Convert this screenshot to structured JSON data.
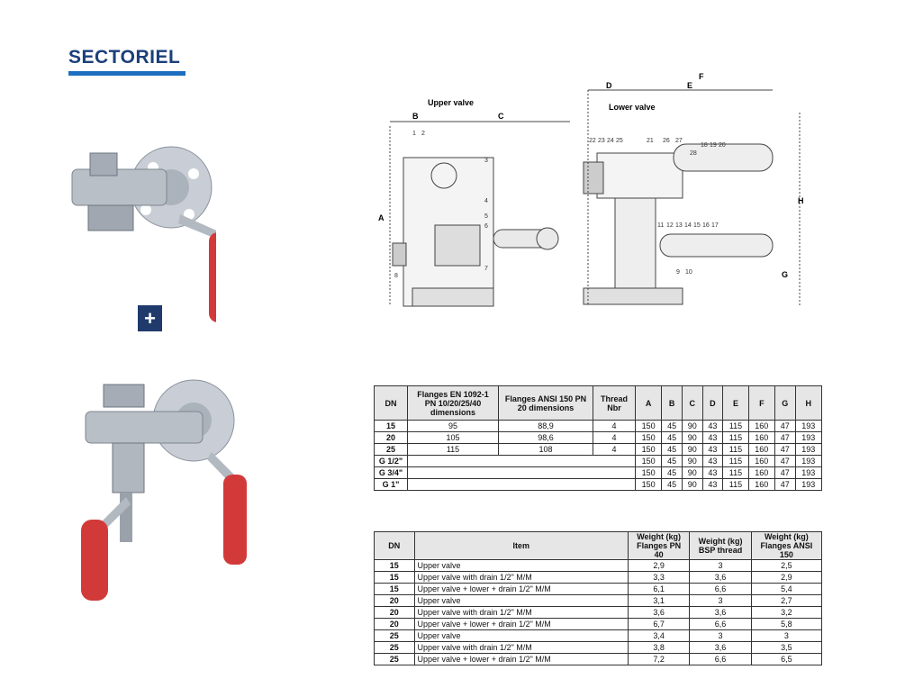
{
  "logo": {
    "text": "SECTORIEL",
    "brand_color": "#1b3f7a",
    "accent_color": "#1c6fc0"
  },
  "plus_button": {
    "label": "+"
  },
  "diagram": {
    "upper_title": "Upper valve",
    "lower_title": "Lower valve",
    "dim_letters": [
      "B",
      "C",
      "A",
      "D",
      "E",
      "F",
      "H",
      "G"
    ],
    "upper_parts": [
      "1",
      "2",
      "3",
      "4",
      "5",
      "6",
      "7",
      "8"
    ],
    "lower_parts_top": [
      "22",
      "23",
      "24",
      "25",
      "21",
      "26",
      "27",
      "28",
      "18",
      "19",
      "20"
    ],
    "lower_parts_bottom": [
      "11",
      "12",
      "13",
      "14",
      "15",
      "16",
      "17"
    ],
    "lower_parts_mid": [
      "9",
      "10"
    ]
  },
  "table1": {
    "headers": [
      "DN",
      "Flanges EN 1092-1 PN 10/20/25/40 dimensions",
      "Flanges ANSI 150 PN 20 dimensions",
      "Thread Nbr",
      "A",
      "B",
      "C",
      "D",
      "E",
      "F",
      "G",
      "H"
    ],
    "rows": [
      [
        "15",
        "95",
        "88,9",
        "4",
        "150",
        "45",
        "90",
        "43",
        "115",
        "160",
        "47",
        "193"
      ],
      [
        "20",
        "105",
        "98,6",
        "4",
        "150",
        "45",
        "90",
        "43",
        "115",
        "160",
        "47",
        "193"
      ],
      [
        "25",
        "115",
        "108",
        "4",
        "150",
        "45",
        "90",
        "43",
        "115",
        "160",
        "47",
        "193"
      ],
      [
        "G 1/2\"",
        "",
        "",
        "",
        "150",
        "45",
        "90",
        "43",
        "115",
        "160",
        "47",
        "193"
      ],
      [
        "G 3/4\"",
        "",
        "",
        "",
        "150",
        "45",
        "90",
        "43",
        "115",
        "160",
        "47",
        "193"
      ],
      [
        "G 1\"",
        "",
        "",
        "",
        "150",
        "45",
        "90",
        "43",
        "115",
        "160",
        "47",
        "193"
      ]
    ]
  },
  "table2": {
    "headers": [
      "DN",
      "Item",
      "Weight (kg) Flanges PN 40",
      "Weight (kg) BSP thread",
      "Weight (kg) Flanges ANSI 150"
    ],
    "rows": [
      [
        "15",
        "Upper valve",
        "2,9",
        "3",
        "2,5"
      ],
      [
        "15",
        "Upper valve with drain 1/2\" M/M",
        "3,3",
        "3,6",
        "2,9"
      ],
      [
        "15",
        "Upper valve + lower + drain 1/2\" M/M",
        "6,1",
        "6,6",
        "5,4"
      ],
      [
        "20",
        "Upper valve",
        "3,1",
        "3",
        "2,7"
      ],
      [
        "20",
        "Upper valve with drain 1/2\" M/M",
        "3,6",
        "3,6",
        "3,2"
      ],
      [
        "20",
        "Upper valve + lower + drain 1/2\" M/M",
        "6,7",
        "6,6",
        "5,8"
      ],
      [
        "25",
        "Upper valve",
        "3,4",
        "3",
        "3"
      ],
      [
        "25",
        "Upper valve with drain 1/2\" M/M",
        "3,8",
        "3,6",
        "3,5"
      ],
      [
        "25",
        "Upper valve + lower + drain 1/2\" M/M",
        "7,2",
        "6,6",
        "6,5"
      ]
    ]
  }
}
